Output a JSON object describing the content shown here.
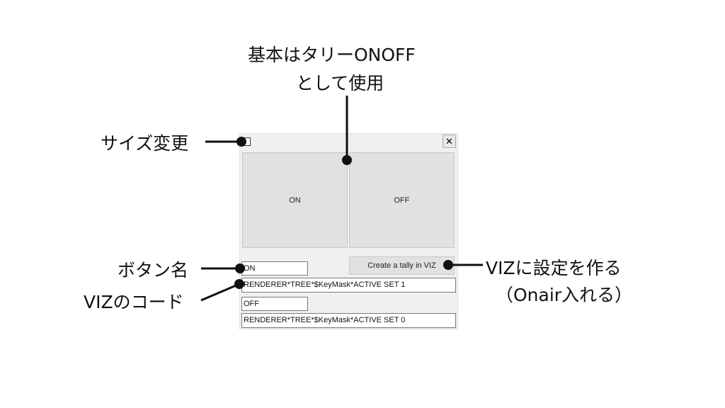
{
  "annotations": {
    "main_line1": "基本はタリーONOFF",
    "main_line2": "として使用",
    "resize": "サイズ変更",
    "button_name": "ボタン名",
    "viz_code": "VIZのコード",
    "create_line1": "VIZに設定を作る",
    "create_line2": "（Onair入れる）"
  },
  "window": {
    "close_label": "✕",
    "on_button": "ON",
    "off_button": "OFF",
    "create_button": "Create a tally in VIZ",
    "on_name": "ON",
    "on_code": "RENDERER*TREE*$KeyMask*ACTIVE SET 1",
    "off_name": "OFF",
    "off_code": "RENDERER*TREE*$KeyMask*ACTIVE SET 0"
  }
}
